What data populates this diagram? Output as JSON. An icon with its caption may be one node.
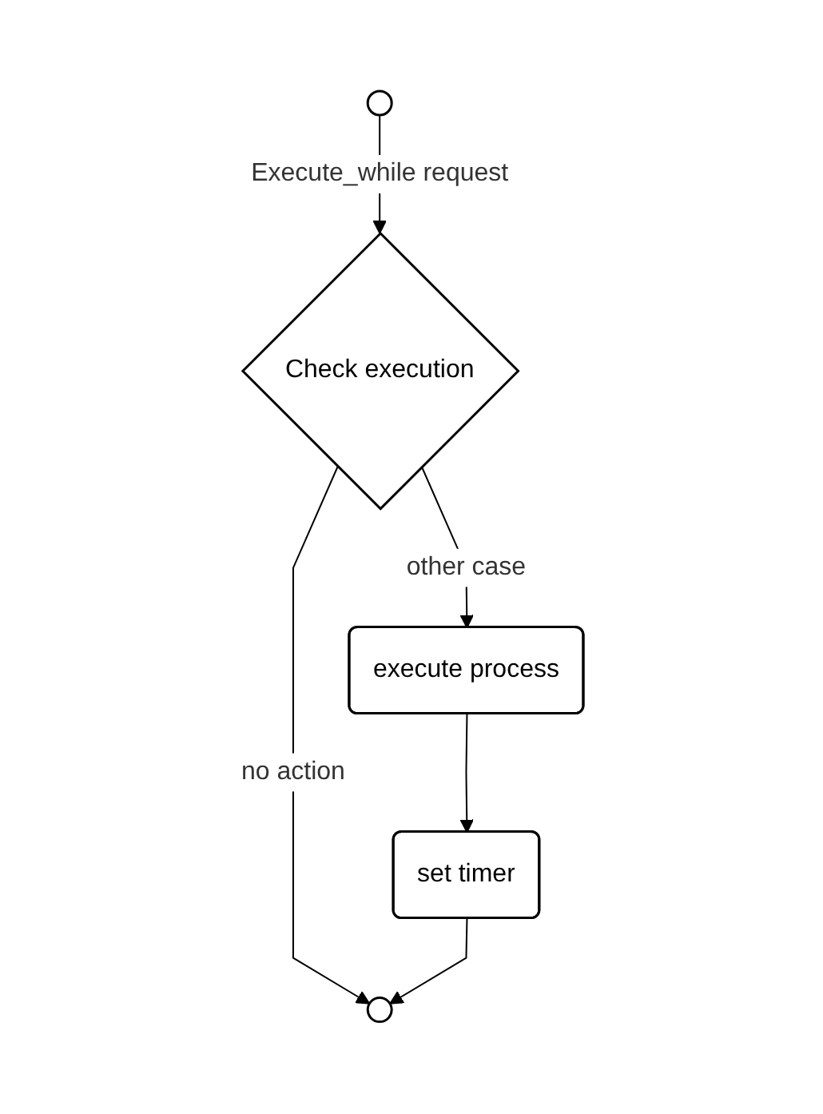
{
  "diagram": {
    "nodes": [
      {
        "text": [],
        "shape": "circle"
      },
      {
        "text": [
          "Check execution"
        ]
      },
      {
        "text": [
          "execute process"
        ]
      },
      {
        "text": [
          "set timer"
        ]
      },
      {
        "text": [],
        "shape": "circle"
      }
    ],
    "edges": [
      {
        "from": 0,
        "to": 1,
        "arrow": "to",
        "label": "Execute_while request"
      },
      {
        "from": 1,
        "to": 2,
        "arrow": "to",
        "label": "other case"
      },
      {
        "from": 2,
        "to": 3,
        "arrow": "to"
      },
      {
        "from": 1,
        "to": 4,
        "arrow": "to",
        "label": "no action"
      },
      {
        "from": 3,
        "to": 4,
        "arrow": "to"
      }
    ]
  }
}
